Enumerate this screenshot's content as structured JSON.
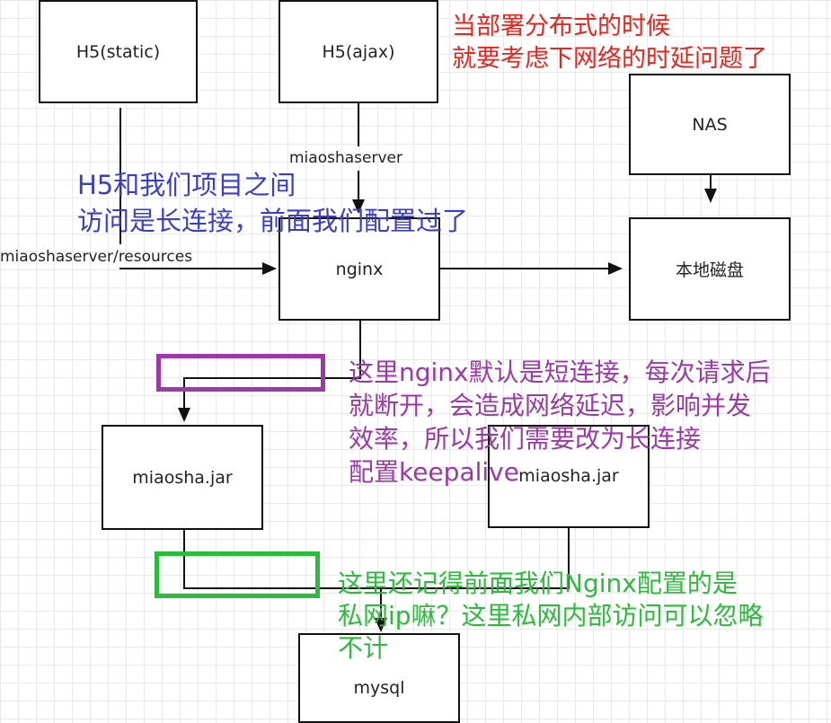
{
  "nodes": {
    "h5_static": "H5(static)",
    "h5_ajax": "H5(ajax)",
    "nas": "NAS",
    "nginx": "nginx",
    "local_disk": "本地磁盘",
    "jar1": "miaosha.jar",
    "jar2": "miaosha.jar",
    "mysql": "mysql"
  },
  "edge_labels": {
    "ajax_to_nginx": "miaoshaserver",
    "static_to_nginx": "miaoshaserver/resources"
  },
  "annotations": {
    "red": [
      "当部署分布式的时候",
      "就要考虑下网络的时延问题了"
    ],
    "blue": [
      "H5和我们项目之间",
      "访问是长连接，前面我们配置过了"
    ],
    "purple": [
      "这里nginx默认是短连接，每次请求后",
      "就断开，会造成网络延迟，影响并发",
      "效率，所以我们需要改为长连接",
      "配置keepalive"
    ],
    "green": [
      "这里还记得前面我们Nginx配置的是",
      "私网ip嘛？这里私网内部访问可以忽略",
      "不计"
    ]
  },
  "colors": {
    "red": "#e8241c",
    "blue": "#3c3fc6",
    "purple": "#9b3aa6",
    "green": "#2cbb3b"
  }
}
